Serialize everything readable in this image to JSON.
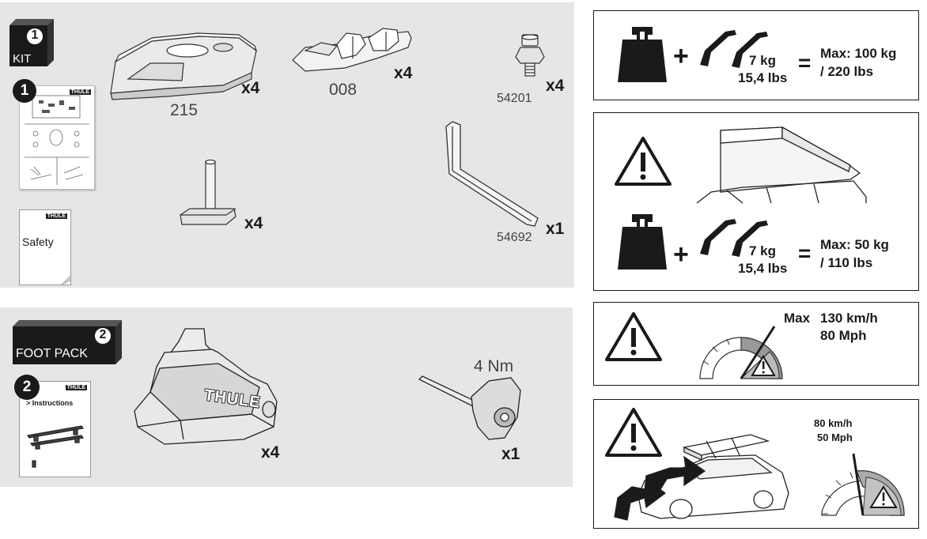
{
  "kit": {
    "badge_number": "1",
    "badge_label": "KIT",
    "booklet_number": "1",
    "booklet_brand": "THULE",
    "safety_label": "Safety",
    "parts": [
      {
        "code": "215",
        "qty": "x4"
      },
      {
        "code": "008",
        "qty": "x4"
      },
      {
        "code": "54201",
        "qty": "x4"
      },
      {
        "code": "",
        "qty": "x4"
      },
      {
        "code": "54692",
        "qty": "x1"
      }
    ]
  },
  "foot_pack": {
    "badge_number": "2",
    "badge_label": "FOOT PACK",
    "booklet_number": "2",
    "booklet_brand": "THULE",
    "booklet_title": "> Instructions",
    "foot_brand": "THULE",
    "foot_qty": "x4",
    "tool_torque": "4 Nm",
    "tool_qty": "x1"
  },
  "load_panel": {
    "plus": "+",
    "bar_weight": "7 kg",
    "bar_weight_lbs": "15,4 lbs",
    "equals": "=",
    "max_load_kg": "Max: 100 kg",
    "max_load_lbs": "/ 220 lbs"
  },
  "poptop_panel": {
    "plus": "+",
    "bar_weight": "7 kg",
    "bar_weight_lbs": "15,4 lbs",
    "equals": "=",
    "max_load_kg": "Max: 50 kg",
    "max_load_lbs": "/ 110 lbs"
  },
  "speed_panel": {
    "max_label": "Max",
    "max_kmh": "130 km/h",
    "max_mph": "80 Mph"
  },
  "load_speed_panel": {
    "kmh": "80 km/h",
    "mph": "50 Mph"
  }
}
